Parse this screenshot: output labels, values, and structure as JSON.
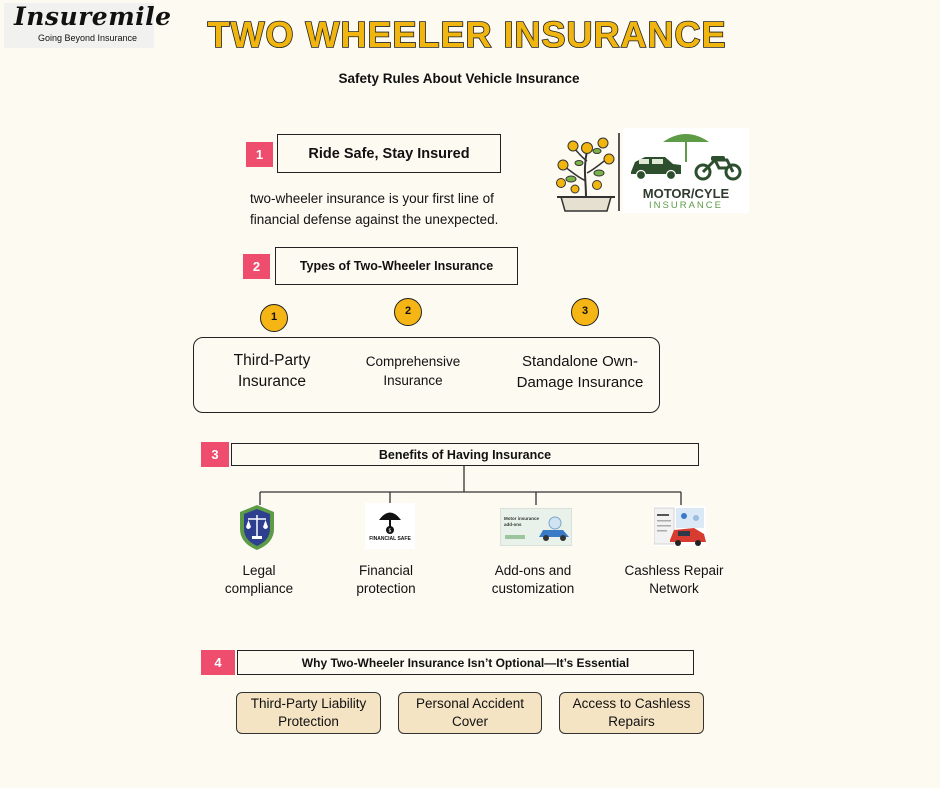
{
  "brand": {
    "name": "Insuremile",
    "tagline": "Going Beyond Insurance"
  },
  "title": "TWO WHEELER INSURANCE",
  "subtitle": "Safety Rules About Vehicle Insurance",
  "sections": [
    {
      "number": "1",
      "heading": "Ride Safe, Stay Insured",
      "body": [
        "two-wheeler insurance is your first line of",
        "financial defense against the unexpected."
      ]
    },
    {
      "number": "2",
      "heading": "Types of Two-Wheeler Insurance",
      "types": [
        {
          "number": "1",
          "lines": [
            "Third-Party",
            "Insurance"
          ]
        },
        {
          "number": "2",
          "lines": [
            "Comprehensive",
            "Insurance"
          ]
        },
        {
          "number": "3",
          "lines": [
            "Standalone Own-",
            "Damage Insurance"
          ]
        }
      ]
    },
    {
      "number": "3",
      "heading": "Benefits of Having Insurance",
      "benefits": [
        {
          "lines": [
            "Legal",
            "compliance"
          ],
          "icon": "shield-scales-icon"
        },
        {
          "lines": [
            "Financial",
            "protection"
          ],
          "icon": "umbrella-icon"
        },
        {
          "lines": [
            "Add-ons and",
            "customization"
          ],
          "icon": "motor-insurance-addons-icon"
        },
        {
          "lines": [
            "Cashless Repair",
            "Network"
          ],
          "icon": "car-repair-icon"
        }
      ]
    },
    {
      "number": "4",
      "heading": "Why Two-Wheeler Insurance Isn’t Optional—It’s Essential",
      "items": [
        [
          "Third-Party Liability",
          "Protection"
        ],
        [
          "Personal Accident",
          "Cover"
        ],
        [
          "Access to Cashless",
          "Repairs"
        ]
      ]
    }
  ],
  "images": {
    "motorcycle_badge": {
      "line1": "MOTOR/CYLE",
      "line2": "INSURANCE"
    },
    "financial_safe_caption": "FINANCIAL SAFE",
    "addons_caption": "Motor insurance add-ons"
  },
  "colors": {
    "accent": "#ee4d6d",
    "title_fill": "#f1b50f",
    "badge": "#f5b514",
    "pill": "#f5e4c4",
    "green": "#5d9b46",
    "shield": "#2e3f8f"
  }
}
